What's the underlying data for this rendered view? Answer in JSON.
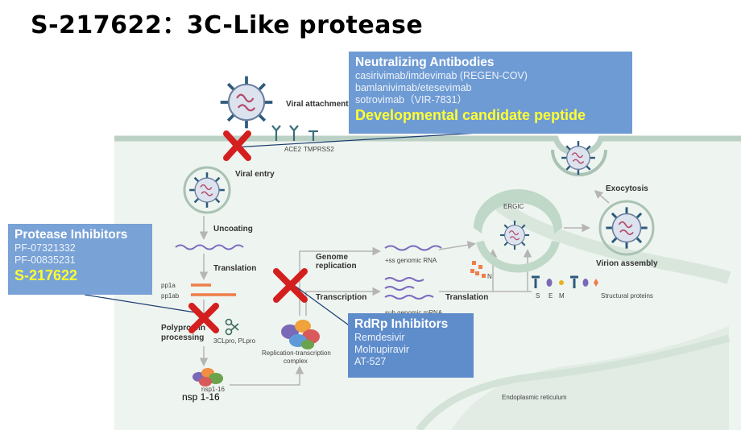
{
  "title": "S-217622：3C-Like protease",
  "neutralizing_box": {
    "heading": "Neutralizing Antibodies",
    "items": [
      "casirivimab/imdevimab (REGEN-COV)",
      "bamlanivimab/etesevimab",
      "sotrovimab（VIR-7831）"
    ],
    "highlight": "Developmental candidate peptide"
  },
  "protease_box": {
    "heading": "Protease Inhibitors",
    "items": [
      "PF-07321332",
      "PF-00835231"
    ],
    "highlight": "S-217622"
  },
  "rdrp_box": {
    "heading": "RdRp Inhibitors",
    "items": [
      "Remdesivir",
      "Molnupiravir",
      "AT-527"
    ]
  },
  "labels": {
    "viral_attachment": "Viral attachment",
    "ace2": "ACE2",
    "tmprss2": "TMPRSS2",
    "viral_entry": "Viral entry",
    "uncoating": "Uncoating",
    "translation_left": "Translation",
    "pp1a": "pp1a",
    "pp1ab": "pp1ab",
    "polyprotein": "Polyprotein",
    "processing": "processing",
    "proteases": "3CLpro, PLpro",
    "nsp_small": "nsp1-16",
    "nsp": "nsp 1-16",
    "genome": "Genome",
    "replication": "replication",
    "transcription": "Transcription",
    "ss_rna": "+ss genomic RNA",
    "sub_rna": "sub genomic mRNA",
    "translation_right": "Translation",
    "n_label": "N",
    "rtc1": "Replication-transcription",
    "rtc2": "complex",
    "ergic": "ERGIC",
    "s": "S",
    "e": "E",
    "m": "M",
    "structural": "Structural proteins",
    "virion": "Virion assembly",
    "exocytosis": "Exocytosis",
    "er": "Endoplasmic reticulum"
  },
  "colors": {
    "cell_bg": "#eef4ef",
    "membrane": "#bcd1c5",
    "virus_spike": "#2e5a7c",
    "rna": "#7b6cc0",
    "cross": "#d41f1f",
    "pp": "#ef7d4a"
  }
}
